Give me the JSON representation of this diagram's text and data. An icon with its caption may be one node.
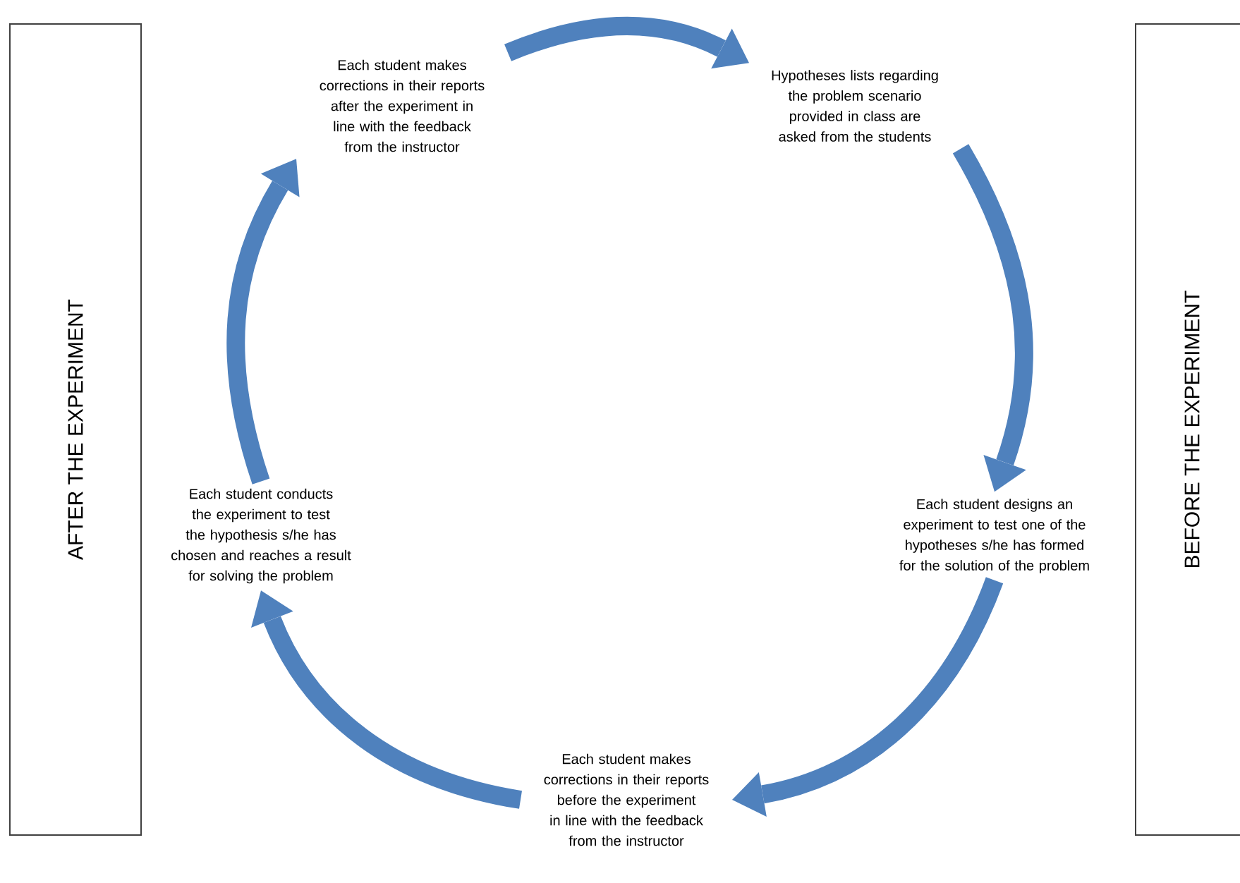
{
  "diagram": {
    "nodes": [
      {
        "text": [
          "AFTER THE EXPERIMENT"
        ]
      },
      {
        "text": [
          "Each student makes corrections in their reports after the experiment in line with the feedback from the instructor"
        ]
      },
      {
        "text": [
          "Hypotheses lists regarding the problem scenario provided in class are asked from the students"
        ]
      },
      {
        "text": [
          "Each student conducts the experiment to test the hypothesis s/he has chosen and reaches a result for solving the problem"
        ]
      },
      {
        "text": [
          "Each student designs an experiment to test one of the hypotheses s/he has formed for the solution of the problem"
        ]
      },
      {
        "text": [
          "Each student makes corrections in their reports before the experiment in line with the feedback from the instructor"
        ]
      },
      {
        "text": [
          "BEFORE THE EXPERIMENT"
        ]
      }
    ],
    "edges": [
      {
        "from": 1,
        "to": 2,
        "arrow": "to"
      },
      {
        "from": 2,
        "to": 4,
        "arrow": "to"
      },
      {
        "from": 4,
        "to": 5,
        "arrow": "to"
      },
      {
        "from": 5,
        "to": 3,
        "arrow": "to"
      },
      {
        "from": 3,
        "to": 1,
        "arrow": "to"
      }
    ]
  }
}
